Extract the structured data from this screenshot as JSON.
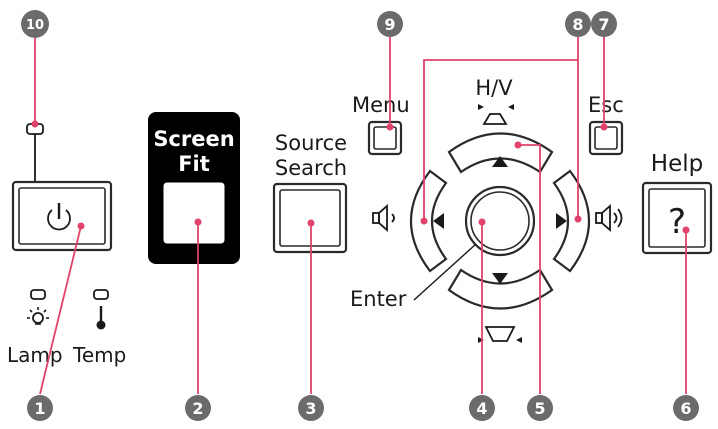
{
  "labels": {
    "screen_fit_line1": "Screen",
    "screen_fit_line2": "Fit",
    "source_line1": "Source",
    "source_line2": "Search",
    "menu": "Menu",
    "hv": "H/V",
    "esc": "Esc",
    "help": "Help",
    "help_symbol": "?",
    "enter": "Enter",
    "lamp": "Lamp",
    "temp": "Temp"
  },
  "callouts": [
    "1",
    "2",
    "3",
    "4",
    "5",
    "6",
    "7",
    "8",
    "9",
    "10"
  ],
  "colors": {
    "leader": "#e0426b",
    "callout_badge": "#6b6b6b",
    "screen_fit_bg": "#000000",
    "outline": "#2a2a2a"
  }
}
